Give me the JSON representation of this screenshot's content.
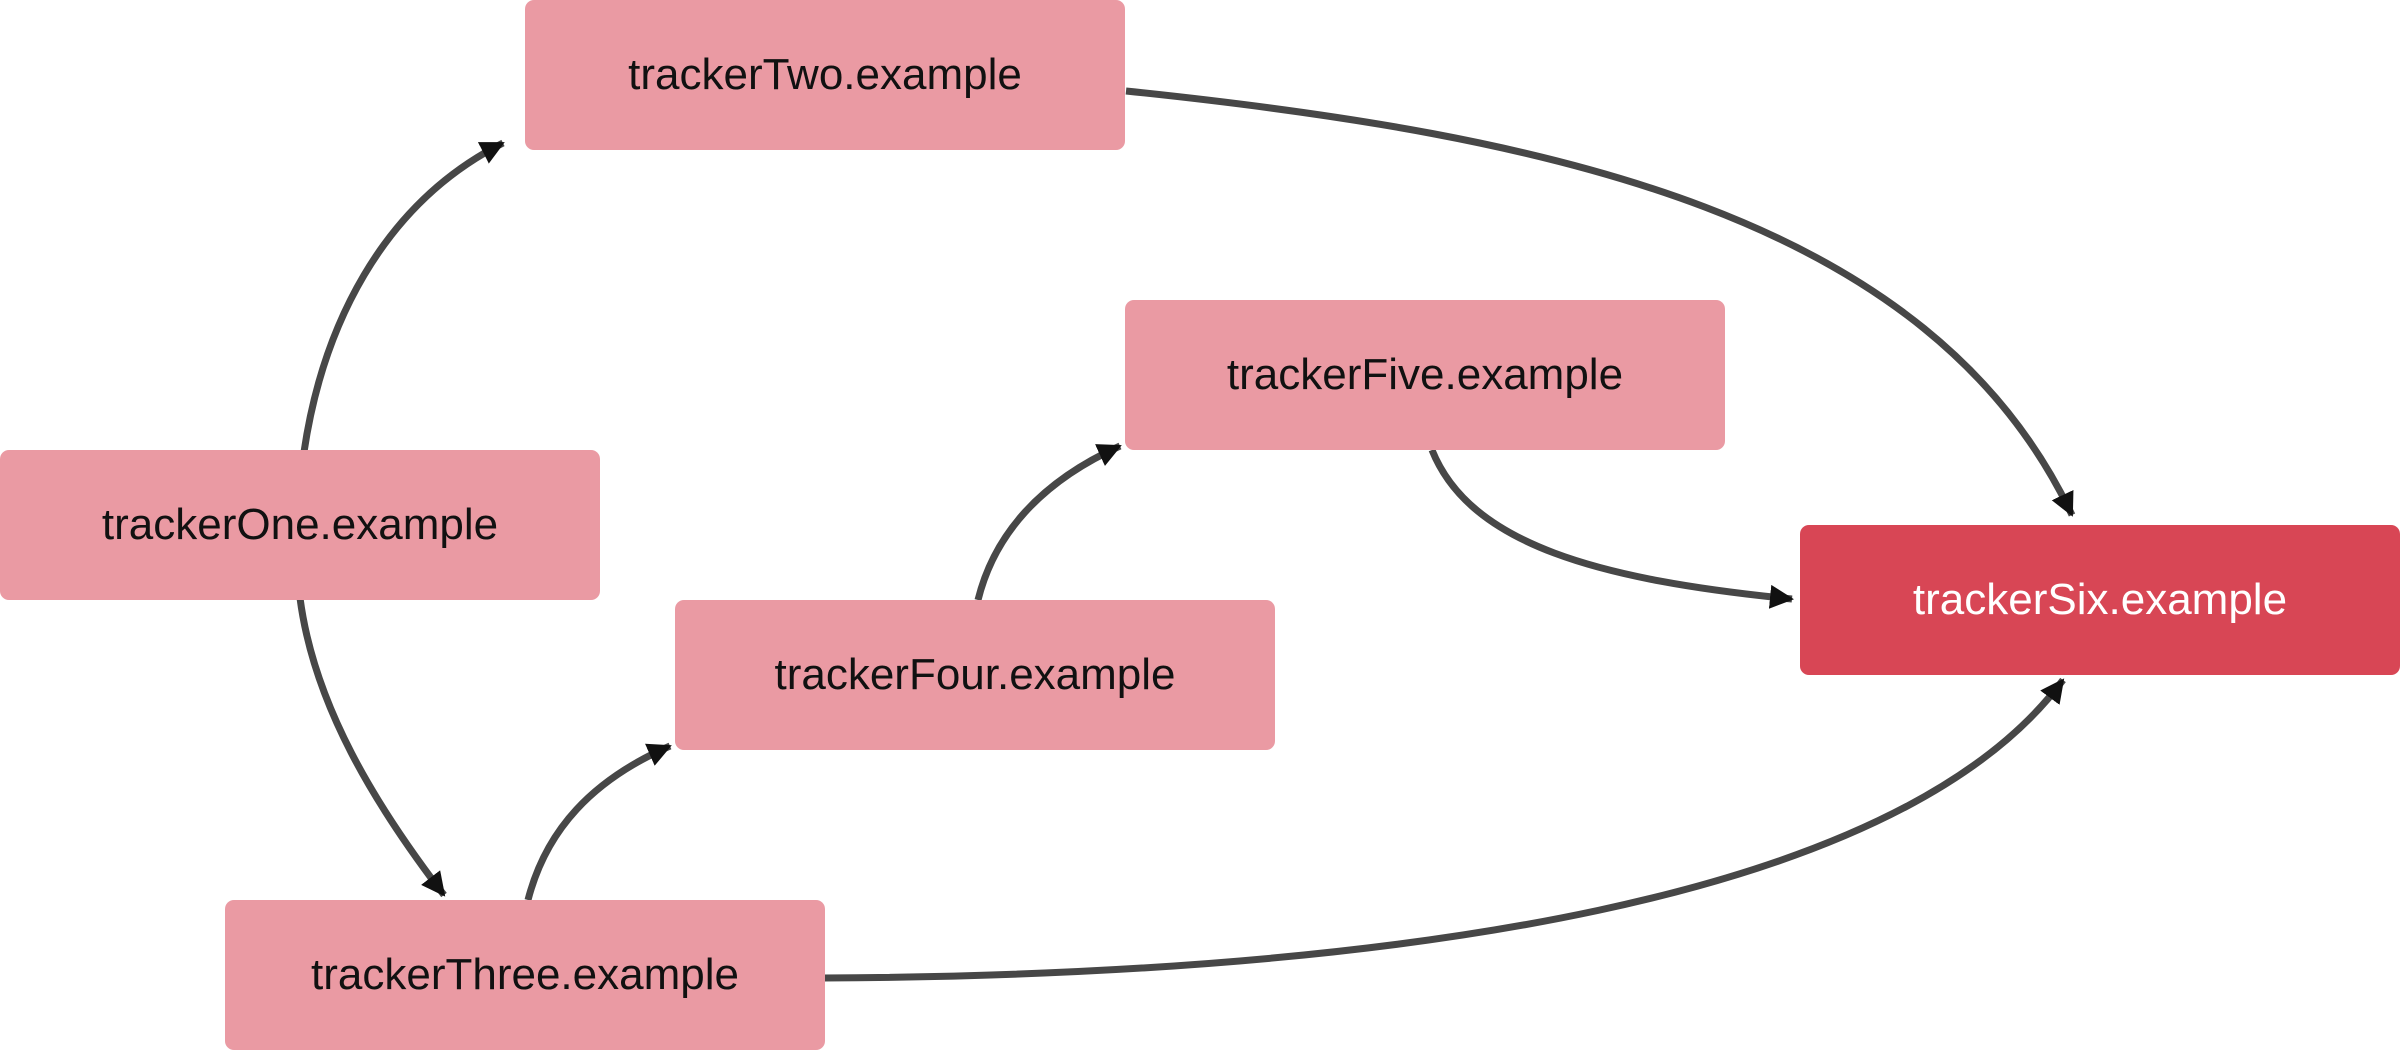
{
  "colors": {
    "node_fill": "#ea9aa3",
    "target_fill": "#d84655",
    "edge": "#474747"
  },
  "nodes": [
    {
      "id": "n1",
      "label": "trackerOne.example",
      "target": false
    },
    {
      "id": "n2",
      "label": "trackerTwo.example",
      "target": false
    },
    {
      "id": "n3",
      "label": "trackerThree.example",
      "target": false
    },
    {
      "id": "n4",
      "label": "trackerFour.example",
      "target": false
    },
    {
      "id": "n5",
      "label": "trackerFive.example",
      "target": false
    },
    {
      "id": "n6",
      "label": "trackerSix.example",
      "target": true
    }
  ],
  "edges": [
    {
      "from": "n1",
      "to": "n2"
    },
    {
      "from": "n1",
      "to": "n3"
    },
    {
      "from": "n3",
      "to": "n4"
    },
    {
      "from": "n4",
      "to": "n5"
    },
    {
      "from": "n2",
      "to": "n6"
    },
    {
      "from": "n5",
      "to": "n6"
    },
    {
      "from": "n3",
      "to": "n6"
    }
  ]
}
